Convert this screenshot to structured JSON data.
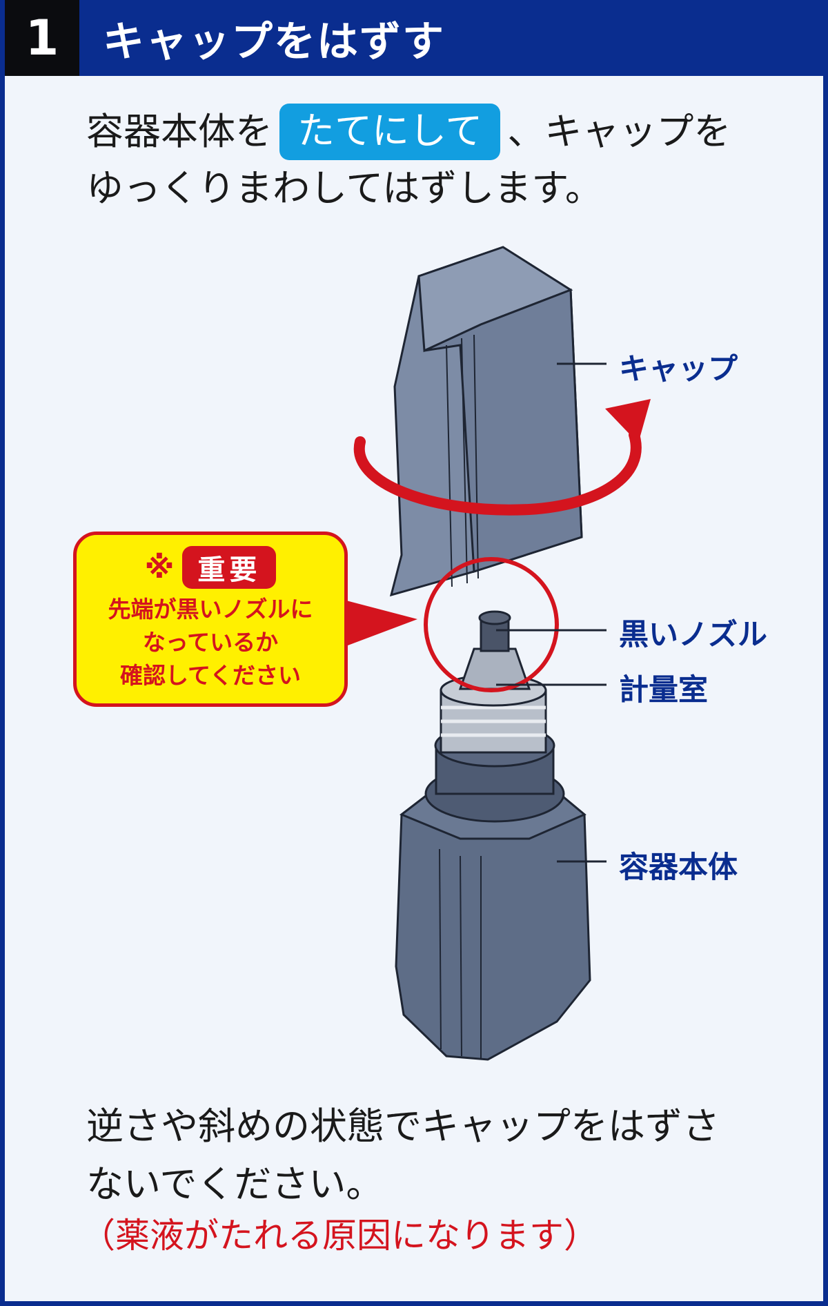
{
  "header": {
    "step_number": "1",
    "title": "キャップをはずす"
  },
  "instruction": {
    "before": "容器本体を",
    "highlight": "たてにして",
    "after": "、キャップを",
    "line2": "ゆっくりまわしてはずします。"
  },
  "labels": {
    "cap": "キャップ",
    "nozzle": "黒いノズル",
    "chamber": "計量室",
    "body": "容器本体"
  },
  "callout": {
    "symbol": "※",
    "badge": "重要",
    "line1": "先端が黒いノズルに",
    "line2": "なっているか",
    "line3": "確認してください"
  },
  "warning": {
    "line1": "逆さや斜めの状態でキャップをはずさ",
    "line2": "ないでください。",
    "note": "（薬液がたれる原因になります）"
  },
  "colors": {
    "header_blue": "#0a2d8f",
    "header_step_black": "#0b0c0f",
    "highlight_blue": "#129ee0",
    "warning_red": "#d4141e",
    "callout_yellow": "#fff000",
    "bottle_slate": "#5e6d87"
  }
}
